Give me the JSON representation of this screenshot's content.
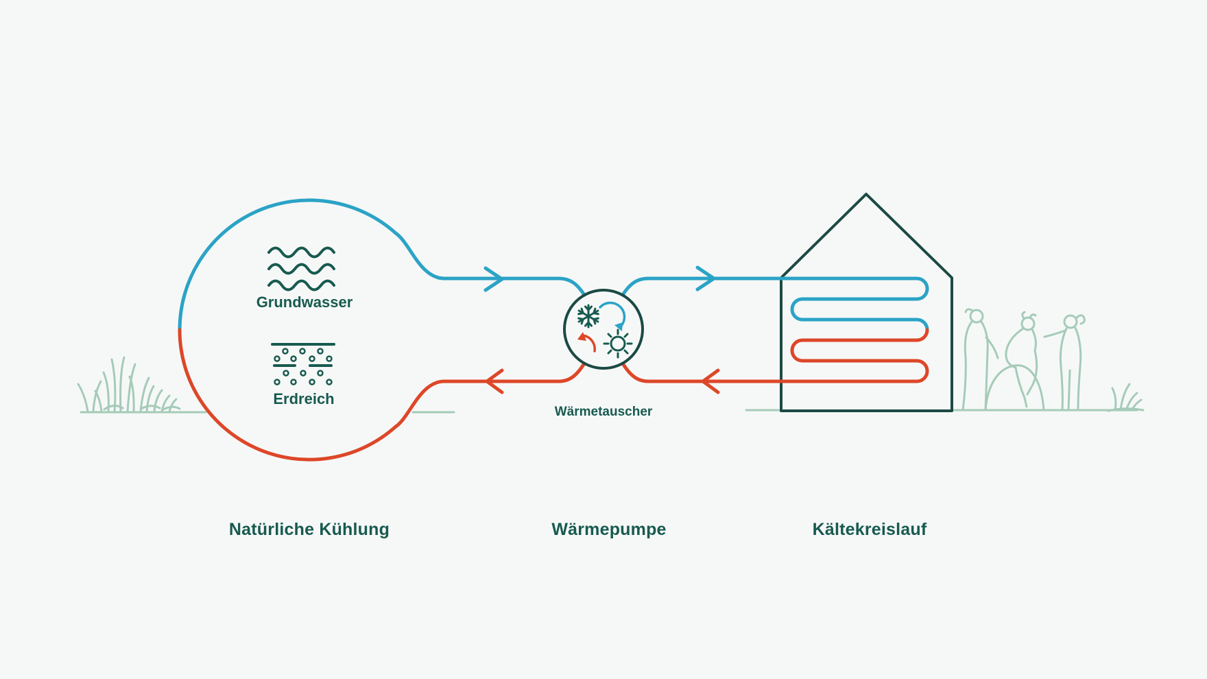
{
  "colors": {
    "background": "#f6f8f7",
    "blue": "#2ba3c6",
    "red": "#dd4728",
    "teal_text": "#175a50",
    "outline_dark": "#1b4a43",
    "light_green": "#a5cbb8"
  },
  "source_circle": {
    "groundwater_label": "Grundwasser",
    "soil_label": "Erdreich"
  },
  "heat_exchanger": {
    "label": "Wärmetauscher"
  },
  "captions": {
    "natural_cooling": "Natürliche Kühlung",
    "heat_pump": "Wärmepumpe",
    "cooling_circuit": "Kältekreislauf"
  },
  "icons": {
    "groundwater": "water-waves-icon",
    "soil": "soil-dots-icon",
    "cold_side": "snowflake-icon",
    "warm_side": "sun-icon"
  }
}
